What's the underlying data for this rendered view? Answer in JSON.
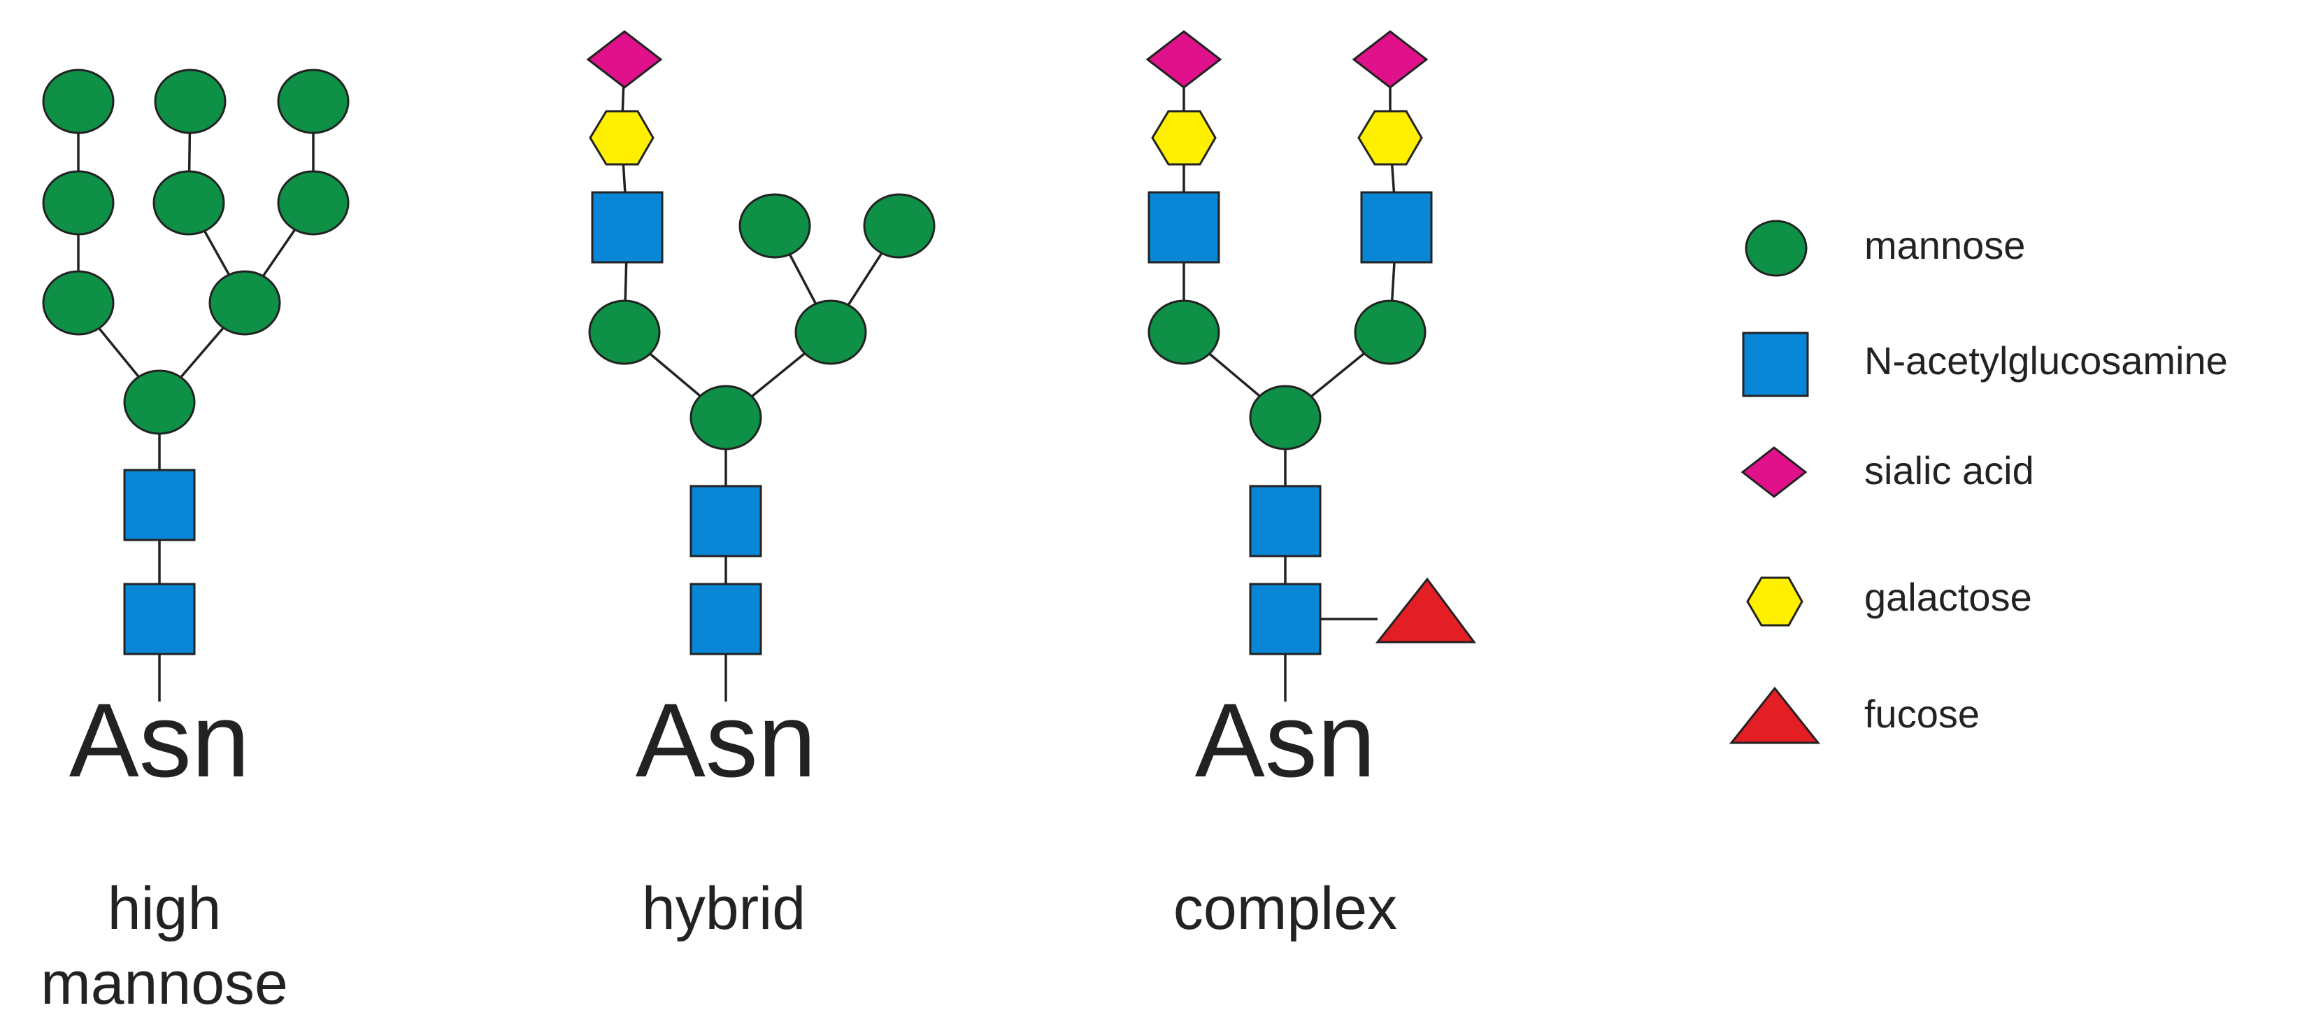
{
  "structures": [
    {
      "asn": "Asn",
      "label_lines": [
        "high",
        "mannose"
      ],
      "has_fucose": false
    },
    {
      "asn": "Asn",
      "label_lines": [
        "hybrid"
      ],
      "has_fucose": false
    },
    {
      "asn": "Asn",
      "label_lines": [
        "complex"
      ],
      "has_fucose": true
    }
  ],
  "legend": [
    {
      "shape": "circle",
      "label": "mannose",
      "color": "#0e9146"
    },
    {
      "shape": "square",
      "label": "N-acetylglucosamine",
      "color": "#0a86d6"
    },
    {
      "shape": "diamond",
      "label": "sialic acid",
      "color": "#e0118a"
    },
    {
      "shape": "hexagon",
      "label": "galactose",
      "color": "#fff000"
    },
    {
      "shape": "triangle",
      "label": "fucose",
      "color": "#e31e24"
    }
  ],
  "colors": {
    "mannose": "#0e9146",
    "glcnac": "#0a86d6",
    "sialic": "#e0118a",
    "galactose": "#fff000",
    "fucose": "#e31e24",
    "stroke": "#222222"
  }
}
